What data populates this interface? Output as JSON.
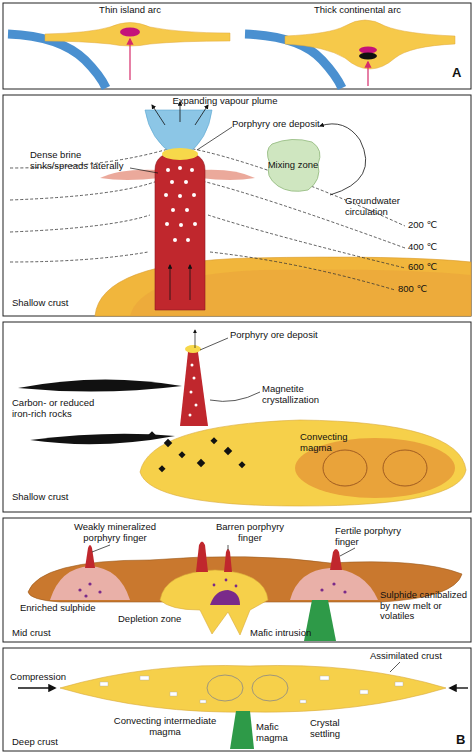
{
  "diagram": {
    "nodes": [
      {
        "text": [
          "Mixing zone"
        ]
      }
    ],
    "labels": [
      "Thin island arc",
      "Thick continental arc",
      "A",
      "Expanding vapour plume",
      "Porphyry ore deposit",
      "Dense brine sinks/spreads laterally",
      "Groundwater circulation",
      "200 ℃",
      "400 ℃",
      "600 ℃",
      "800 ℃",
      "Shallow crust",
      "Porphyry ore deposit",
      "Carbon- or reduced iron-rich rocks",
      "Magnetite crystallization",
      "Convecting magma",
      "Shallow crust",
      "Weakly mineralized porphyry finger",
      "Barren porphyry finger",
      "Fertile porphyry finger",
      "Enriched sulphide",
      "Depletion zone",
      "Sulphide canibalized by new melt or volatiles",
      "Mafic intrusion",
      "Mid crust",
      "Assimilated crust",
      "Compression",
      "Convecting intermediate magma",
      "Mafic magma",
      "Crystal settling",
      "Deep crust",
      "B"
    ]
  }
}
